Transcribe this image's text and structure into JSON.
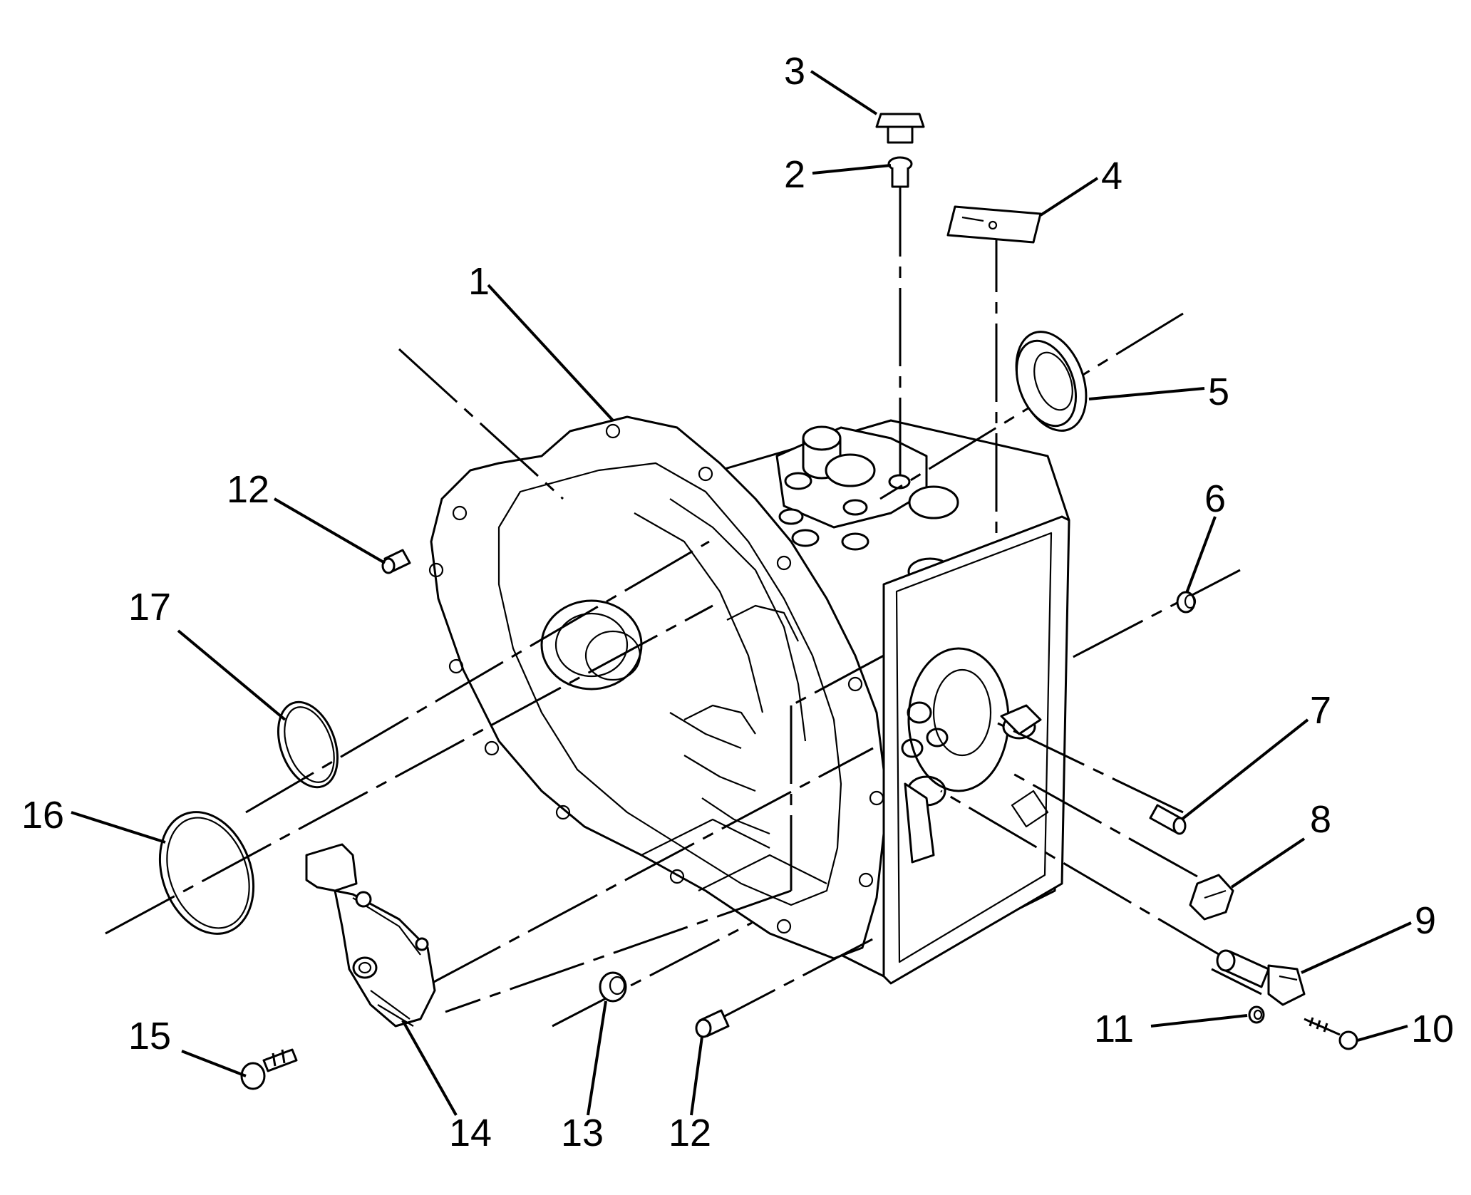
{
  "callouts": {
    "c1": "1",
    "c2": "2",
    "c3": "3",
    "c4": "4",
    "c5": "5",
    "c6": "6",
    "c7": "7",
    "c8": "8",
    "c9": "9",
    "c10": "10",
    "c11": "11",
    "c12a": "12",
    "c12b": "12",
    "c13": "13",
    "c14": "14",
    "c15": "15",
    "c16": "16",
    "c17": "17"
  }
}
